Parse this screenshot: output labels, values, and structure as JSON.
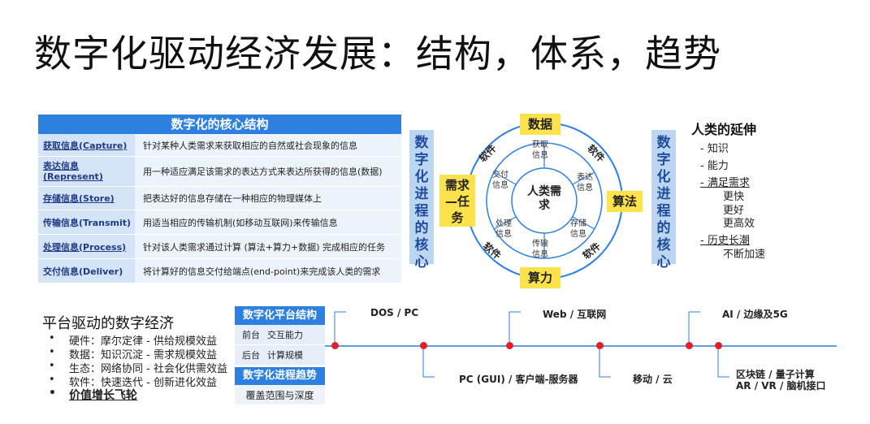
{
  "title": "数字化驱动经济发展：结构，体系，趋势",
  "core_structure": {
    "header": "数字化的核心结构",
    "rows": [
      {
        "key": "获取信息(Capture)",
        "value": "针对某种人类需求来获取相应的自然或社会现象的信息"
      },
      {
        "key": "表达信息(Represent)",
        "value": "用一种适应满足该需求的表达方式来表达所获得的信息(数据)"
      },
      {
        "key": "存储信息(Store)",
        "value": "把表达好的信息存储在一种相应的物理媒体上"
      },
      {
        "key": "传输信息(Transmit)",
        "value": "用适当相应的传输机制(如移动互联网)来传输信息"
      },
      {
        "key": "处理信息(Process)",
        "value": "针对该人类需求通过计算 (算法+算力+数据) 完成相应的任务"
      },
      {
        "key": "交付信息(Deliver)",
        "value": "将计算好的信息交付给端点(end-point)来完成该人类的需求"
      }
    ]
  },
  "side_label_left": "数字化进程的核心",
  "side_label_right": "数字化进程的核心",
  "diagram": {
    "center": "人类需求",
    "top": "数据",
    "bottom": "算力",
    "right": "算法",
    "left": "需求—任务",
    "inner": [
      "获取信息",
      "表达信息",
      "存储信息",
      "传输信息",
      "处理信息",
      "交付信息"
    ],
    "ring_word": "软件"
  },
  "extension": {
    "title": "人类的延伸",
    "items": [
      "- 知识",
      "- 能力",
      "- 满足需求",
      "更快",
      "更好",
      "更高效",
      "- 历史长潮",
      "不断加速"
    ]
  },
  "platform_economy": {
    "title": "平台驱动的数字经济",
    "items": [
      "硬件：摩尔定律 - 供给规模效益",
      "数据：知识沉淀 - 需求规模效益",
      "生态：网络协同 - 社会化供需效益",
      "软件：快速迭代 - 创新进化效益",
      "价值增长飞轮"
    ],
    "bullet": "•"
  },
  "platform_structure": {
    "header": "数字化平台结构",
    "rows": [
      [
        "前台",
        "交互能力"
      ],
      [
        "后台",
        "计算规模"
      ]
    ],
    "trend_header": "数字化进程趋势",
    "trend_value": "覆盖范围与深度"
  },
  "timeline": {
    "top": [
      "DOS / PC",
      "Web / 互联网",
      "AI / 边缘及5G"
    ],
    "bottom": [
      "PC (GUI) / 客户端-服务器",
      "移动 / 云",
      "区块链 / 量子计算",
      "AR / VR / 脑机接口"
    ]
  },
  "colors": {
    "accent": "#2d7fe0",
    "highlight": "#fde24b",
    "dot": "#e3202a",
    "pale": "#bcd6f1"
  }
}
